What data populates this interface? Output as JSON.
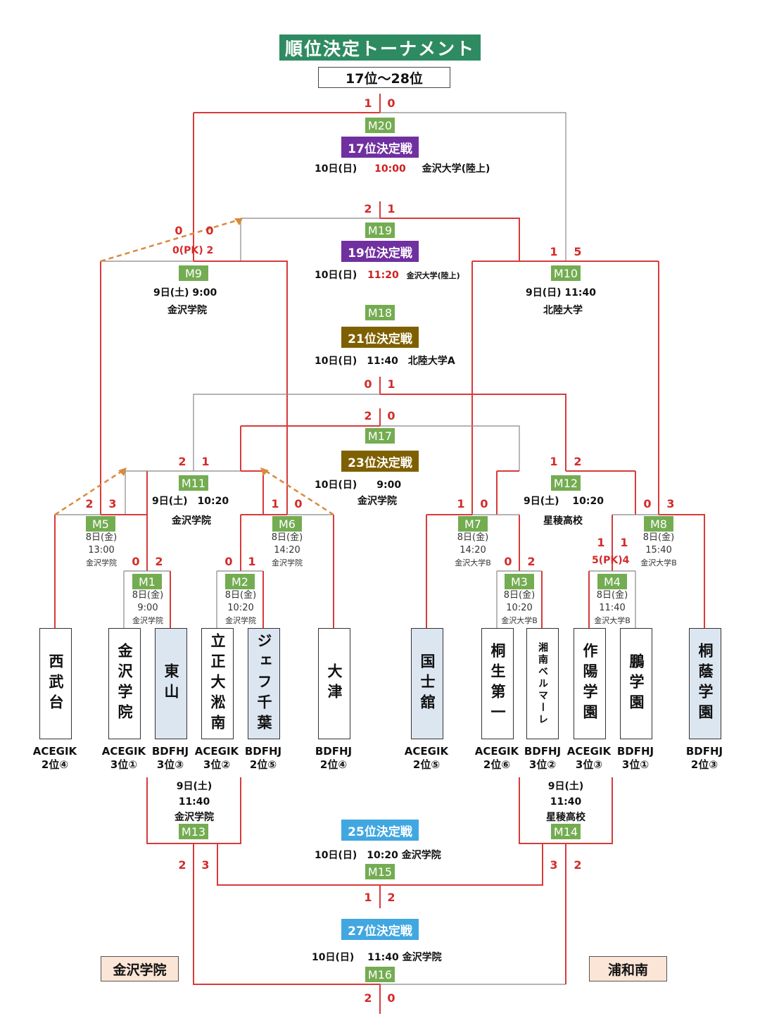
{
  "title": "順位決定トーナメント",
  "subtitle": "17位～28位",
  "colors": {
    "win_line": "#d83a3a",
    "lose_line": "#888888",
    "arrow": "#d98a3c",
    "match_label": "#74ac52",
    "title_bg": "#2e8b61",
    "final_17": "#7030a0",
    "final_21": "#7f6000",
    "final_25": "#41a7e1",
    "team_blue": "#dce6f1",
    "winner_box": "#fbe5d6"
  },
  "matches": {
    "m1": {
      "label": "M1",
      "date": "8日(金)",
      "time": "9:00",
      "venue": "金沢学院"
    },
    "m2": {
      "label": "M2",
      "date": "8日(金)",
      "time": "10:20",
      "venue": "金沢学院"
    },
    "m3": {
      "label": "M3",
      "date": "8日(金)",
      "time": "10:20",
      "venue": "金沢大学B"
    },
    "m4": {
      "label": "M4",
      "date": "8日(金)",
      "time": "11:40",
      "venue": "金沢大学B"
    },
    "m5": {
      "label": "M5",
      "date": "8日(金)",
      "time": "13:00",
      "venue": "金沢学院"
    },
    "m6": {
      "label": "M6",
      "date": "8日(金)",
      "time": "14:20",
      "venue": "金沢学院"
    },
    "m7": {
      "label": "M7",
      "date": "8日(金)",
      "time": "14:20",
      "venue": "金沢大学B"
    },
    "m8": {
      "label": "M8",
      "date": "8日(金)",
      "time": "15:40",
      "venue": "金沢大学B"
    },
    "m9": {
      "label": "M9",
      "date_time": "9日(土) 9:00",
      "venue": "金沢学院"
    },
    "m10": {
      "label": "M10",
      "date_time": "9日(日) 11:40",
      "venue": "北陸大学"
    },
    "m11": {
      "label": "M11",
      "date_time": "9日(土)　10:20",
      "venue": "金沢学院"
    },
    "m12": {
      "label": "M12",
      "date_time": "9日(土)　 10:20",
      "venue": "星稜高校"
    },
    "m13": {
      "label": "M13",
      "date": "9日(土)",
      "time": "11:40",
      "venue": "金沢学院"
    },
    "m14": {
      "label": "M14",
      "date": "9日(土)",
      "time": "11:40",
      "venue": "星稜高校"
    },
    "m15": {
      "label": "M15"
    },
    "m16": {
      "label": "M16"
    },
    "m17": {
      "label": "M17"
    },
    "m18": {
      "label": "M18"
    },
    "m19": {
      "label": "M19"
    },
    "m20": {
      "label": "M20"
    }
  },
  "finals": {
    "f17": {
      "banner": "17位決定戦",
      "date": "10日(日)",
      "time": "10:00",
      "venue": "金沢大学(陸上)"
    },
    "f19": {
      "banner": "19位決定戦",
      "date": "10日(日)",
      "time": "11:20",
      "venue": "金沢大学(陸上)"
    },
    "f21": {
      "banner": "21位決定戦",
      "info": "10日(日)　11:40　北陸大学A"
    },
    "f23": {
      "banner": "23位決定戦",
      "info": "10日(日)　　9:00",
      "venue": "金沢学院"
    },
    "f25": {
      "banner": "25位決定戦",
      "info": "10日(日)　10:20 金沢学院"
    },
    "f27": {
      "banner": "27位決定戦",
      "info": "10日(日)　 11:40 金沢学院"
    }
  },
  "scores": {
    "m20": [
      "1",
      "0"
    ],
    "m19": [
      "2",
      "1"
    ],
    "m18": [
      "0",
      "1"
    ],
    "m17": [
      "2",
      "0"
    ],
    "m9": [
      "0",
      "0"
    ],
    "m9_pk": "0(PK) 2",
    "m10": [
      "1",
      "5"
    ],
    "m11": [
      "2",
      "1"
    ],
    "m12": [
      "1",
      "2"
    ],
    "m5": [
      "2",
      "3"
    ],
    "m6": [
      "1",
      "0"
    ],
    "m7": [
      "1",
      "0"
    ],
    "m8": [
      "0",
      "3"
    ],
    "m1": [
      "0",
      "2"
    ],
    "m2": [
      "0",
      "1"
    ],
    "m3": [
      "0",
      "2"
    ],
    "m4": [
      "1",
      "1"
    ],
    "m4_pk": "5(PK)4",
    "m13_15": [
      "2",
      "3"
    ],
    "m14_15": [
      "3",
      "2"
    ],
    "m15": [
      "1",
      "2"
    ],
    "m16": [
      "2",
      "0"
    ]
  },
  "teams": [
    {
      "name": "西武台",
      "group": "ACEGIK",
      "seed": "2位④"
    },
    {
      "name": "金沢学院",
      "group": "ACEGIK",
      "seed": "3位①"
    },
    {
      "name": "東山",
      "group": "BDFHJ",
      "seed": "3位③"
    },
    {
      "name": "立正大淞南",
      "group": "ACEGIK",
      "seed": "3位②"
    },
    {
      "name": "ジェフ千葉",
      "group": "BDFHJ",
      "seed": "2位⑤"
    },
    {
      "name": "大津",
      "group": "BDFHJ",
      "seed": "2位④"
    },
    {
      "name": "国士舘",
      "group": "ACEGIK",
      "seed": "2位⑤"
    },
    {
      "name": "桐生第一",
      "group": "ACEGIK",
      "seed": "2位⑥"
    },
    {
      "name": "湘南ベルマーレ",
      "group": "BDFHJ",
      "seed": "3位②"
    },
    {
      "name": "作陽学園",
      "group": "ACEGIK",
      "seed": "3位③"
    },
    {
      "name": "鵬学園",
      "group": "BDFHJ",
      "seed": "3位①"
    },
    {
      "name": "桐蔭学園",
      "group": "BDFHJ",
      "seed": "2位③"
    }
  ],
  "winners": {
    "left": "金沢学院",
    "right": "浦和南"
  }
}
